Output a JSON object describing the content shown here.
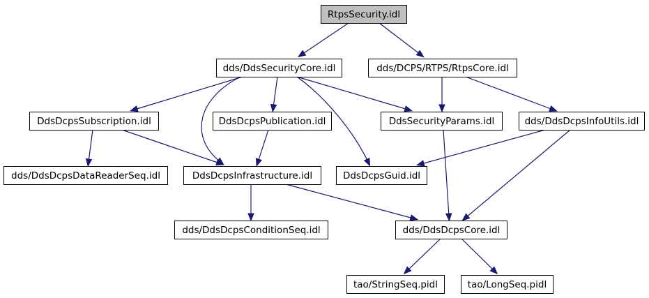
{
  "graph": {
    "colors": {
      "edge": "#191970",
      "root_fill": "#bfbfbf",
      "node_fill": "#ffffff",
      "node_border": "#000000"
    },
    "nodes": [
      {
        "id": "rtps_security",
        "label": "RtpsSecurity.idl",
        "root": true
      },
      {
        "id": "dds_security_core",
        "label": "dds/DdsSecurityCore.idl"
      },
      {
        "id": "rtps_core",
        "label": "dds/DCPS/RTPS/RtpsCore.idl"
      },
      {
        "id": "subscription",
        "label": "DdsDcpsSubscription.idl"
      },
      {
        "id": "publication",
        "label": "DdsDcpsPublication.idl"
      },
      {
        "id": "security_params",
        "label": "DdsSecurityParams.idl"
      },
      {
        "id": "info_utils",
        "label": "dds/DdsDcpsInfoUtils.idl"
      },
      {
        "id": "datareader_seq",
        "label": "dds/DdsDcpsDataReaderSeq.idl"
      },
      {
        "id": "infrastructure",
        "label": "DdsDcpsInfrastructure.idl"
      },
      {
        "id": "guid",
        "label": "DdsDcpsGuid.idl"
      },
      {
        "id": "condition_seq",
        "label": "dds/DdsDcpsConditionSeq.idl"
      },
      {
        "id": "dcps_core",
        "label": "dds/DdsDcpsCore.idl"
      },
      {
        "id": "string_seq",
        "label": "tao/StringSeq.pidl"
      },
      {
        "id": "long_seq",
        "label": "tao/LongSeq.pidl"
      }
    ],
    "edges": [
      {
        "from": "rtps_security",
        "to": "dds_security_core"
      },
      {
        "from": "rtps_security",
        "to": "rtps_core"
      },
      {
        "from": "dds_security_core",
        "to": "subscription"
      },
      {
        "from": "dds_security_core",
        "to": "publication"
      },
      {
        "from": "dds_security_core",
        "to": "infrastructure"
      },
      {
        "from": "dds_security_core",
        "to": "security_params"
      },
      {
        "from": "dds_security_core",
        "to": "guid"
      },
      {
        "from": "rtps_core",
        "to": "security_params"
      },
      {
        "from": "rtps_core",
        "to": "info_utils"
      },
      {
        "from": "subscription",
        "to": "datareader_seq"
      },
      {
        "from": "subscription",
        "to": "infrastructure"
      },
      {
        "from": "publication",
        "to": "infrastructure"
      },
      {
        "from": "security_params",
        "to": "dcps_core"
      },
      {
        "from": "info_utils",
        "to": "guid"
      },
      {
        "from": "info_utils",
        "to": "dcps_core"
      },
      {
        "from": "infrastructure",
        "to": "condition_seq"
      },
      {
        "from": "infrastructure",
        "to": "dcps_core"
      },
      {
        "from": "dcps_core",
        "to": "string_seq"
      },
      {
        "from": "dcps_core",
        "to": "long_seq"
      }
    ]
  }
}
